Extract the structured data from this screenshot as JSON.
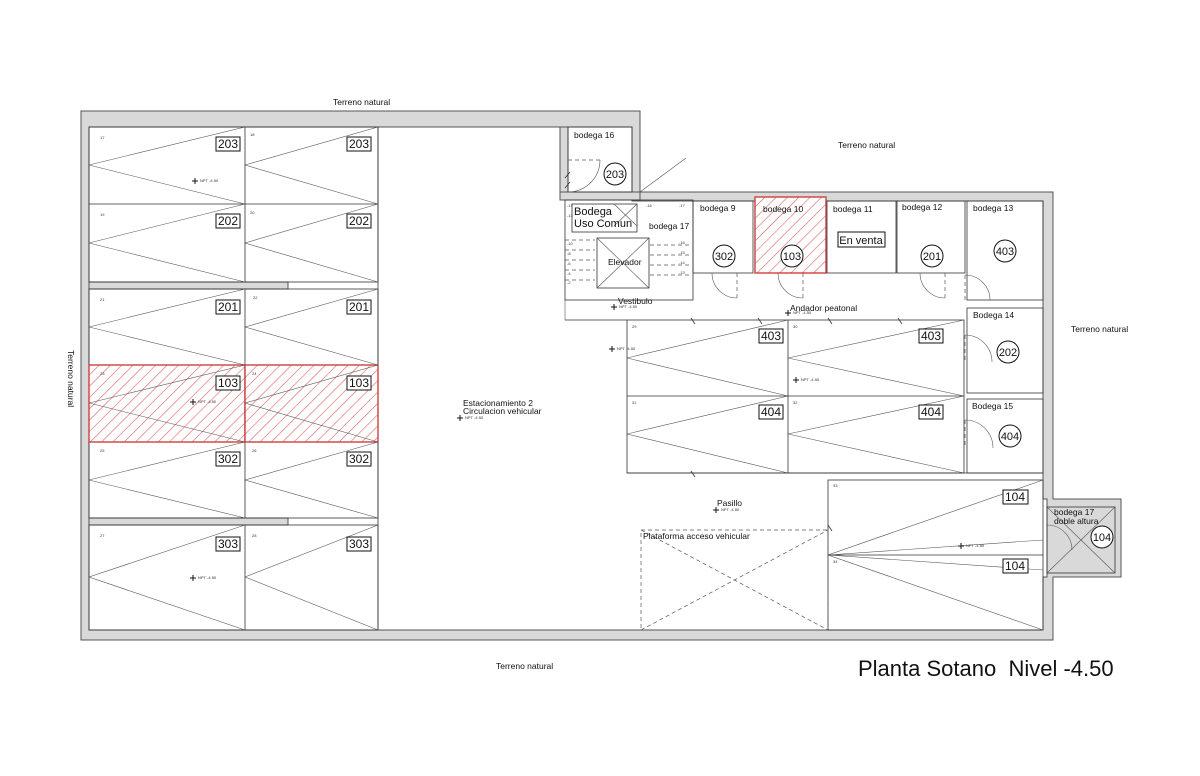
{
  "plan": {
    "title": "Planta Sotano  Nivel -4.50",
    "terrain_labels": [
      "Terreno natural",
      "Terreno natural",
      "Terreno natural",
      "Terreno natural",
      "Terreno natural"
    ],
    "areas": {
      "parking": "Estacionamiento 2",
      "circulation": "Circulacion vehicular",
      "vestibule": "Vestibulo",
      "walkway": "Andador peatonal",
      "corridor": "Pasillo",
      "platform": "Plataforma acceso vehicular",
      "elevator": "Elevador",
      "common_storage_1": "Bodega",
      "common_storage_2": "Uso Comun",
      "for_sale": "En venta",
      "level_mark": "NPT -4.50"
    },
    "storages": [
      {
        "name": "bodega 16",
        "unit": "203"
      },
      {
        "name": "bodega 17",
        "unit": ""
      },
      {
        "name": "bodega 9",
        "unit": "302"
      },
      {
        "name": "bodega 10",
        "unit": "103"
      },
      {
        "name": "bodega 11",
        "unit": ""
      },
      {
        "name": "bodega 12",
        "unit": "201"
      },
      {
        "name": "bodega 13",
        "unit": "403"
      },
      {
        "name": "Bodega 14",
        "unit": "202"
      },
      {
        "name": "Bodega 15",
        "unit": "404"
      },
      {
        "name": "bodega 17",
        "unit": "104",
        "note": "doble altura"
      }
    ],
    "parking_spaces": [
      {
        "num": "17",
        "unit": "203"
      },
      {
        "num": "18",
        "unit": "203"
      },
      {
        "num": "19",
        "unit": "202"
      },
      {
        "num": "20",
        "unit": "202"
      },
      {
        "num": "21",
        "unit": "201"
      },
      {
        "num": "22",
        "unit": "201"
      },
      {
        "num": "23",
        "unit": "103"
      },
      {
        "num": "24",
        "unit": "103"
      },
      {
        "num": "25",
        "unit": "302"
      },
      {
        "num": "26",
        "unit": "302"
      },
      {
        "num": "27",
        "unit": "303"
      },
      {
        "num": "28",
        "unit": "303"
      },
      {
        "num": "29",
        "unit": "403"
      },
      {
        "num": "30",
        "unit": "403"
      },
      {
        "num": "31",
        "unit": "404"
      },
      {
        "num": "32",
        "unit": "404"
      },
      {
        "num": "33",
        "unit": "104"
      },
      {
        "num": "34",
        "unit": "104"
      }
    ],
    "stairs": [
      "-17",
      "-16",
      "-15",
      "-14",
      "-13",
      "-12",
      "-11",
      "-10",
      "-9",
      "-8",
      "-7",
      "-6",
      "-5",
      "-4",
      "-3",
      "-2",
      "-1"
    ]
  }
}
